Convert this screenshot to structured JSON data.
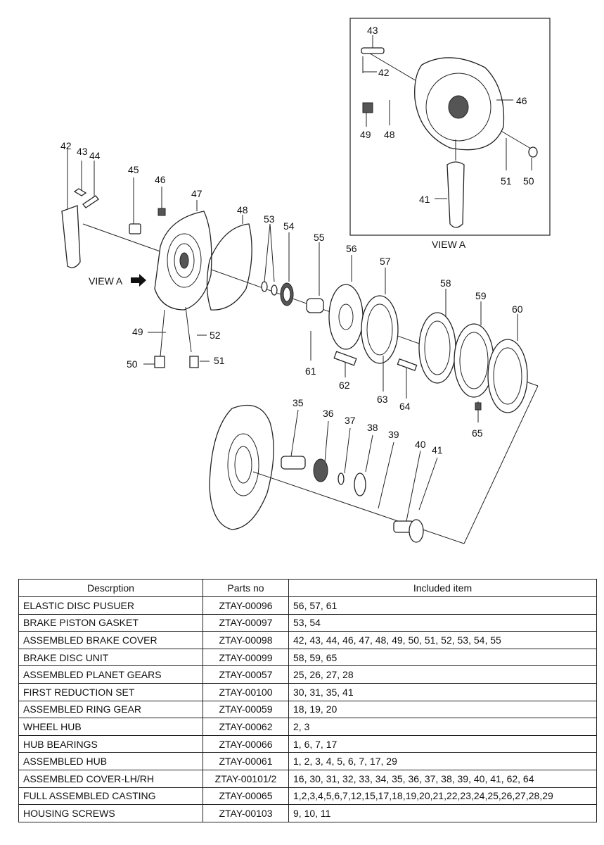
{
  "diagram": {
    "view_label": "VIEW A",
    "inset_caption": "VIEW A",
    "callouts": [
      "35",
      "36",
      "37",
      "38",
      "39",
      "40",
      "41",
      "42",
      "43",
      "44",
      "45",
      "46",
      "47",
      "48",
      "49",
      "50",
      "51",
      "52",
      "53",
      "54",
      "55",
      "56",
      "57",
      "58",
      "59",
      "60",
      "61",
      "62",
      "63",
      "64",
      "65"
    ],
    "inset_callouts": [
      "43",
      "42",
      "46",
      "49",
      "48",
      "51",
      "50",
      "41"
    ]
  },
  "table": {
    "headers": [
      "Descrption",
      "Parts no",
      "Included item"
    ],
    "rows": [
      [
        "ELASTIC DISC PUSUER",
        "ZTAY-00096",
        "56, 57, 61"
      ],
      [
        "BRAKE PISTON GASKET",
        "ZTAY-00097",
        "53, 54"
      ],
      [
        "ASSEMBLED BRAKE COVER",
        "ZTAY-00098",
        "42, 43, 44, 46, 47, 48, 49, 50, 51, 52, 53, 54, 55"
      ],
      [
        "BRAKE DISC UNIT",
        "ZTAY-00099",
        "58, 59, 65"
      ],
      [
        "ASSEMBLED PLANET GEARS",
        "ZTAY-00057",
        "25, 26, 27, 28"
      ],
      [
        "FIRST REDUCTION SET",
        "ZTAY-00100",
        "30, 31, 35, 41"
      ],
      [
        "ASSEMBLED RING GEAR",
        "ZTAY-00059",
        "18, 19, 20"
      ],
      [
        "WHEEL HUB",
        "ZTAY-00062",
        "2, 3"
      ],
      [
        "HUB BEARINGS",
        "ZTAY-00066",
        "1, 6, 7, 17"
      ],
      [
        "ASSEMBLED HUB",
        "ZTAY-00061",
        "1, 2, 3, 4, 5, 6, 7, 17, 29"
      ],
      [
        "ASSEMBLED COVER-LH/RH",
        "ZTAY-00101/2",
        "16, 30, 31, 32, 33, 34, 35, 36, 37, 38, 39, 40, 41, 62, 64"
      ],
      [
        "FULL ASSEMBLED CASTING",
        "ZTAY-00065",
        "1,2,3,4,5,6,7,12,15,17,18,19,20,21,22,23,24,25,26,27,28,29"
      ],
      [
        "HOUSING SCREWS",
        "ZTAY-00103",
        "9, 10, 11"
      ]
    ]
  }
}
